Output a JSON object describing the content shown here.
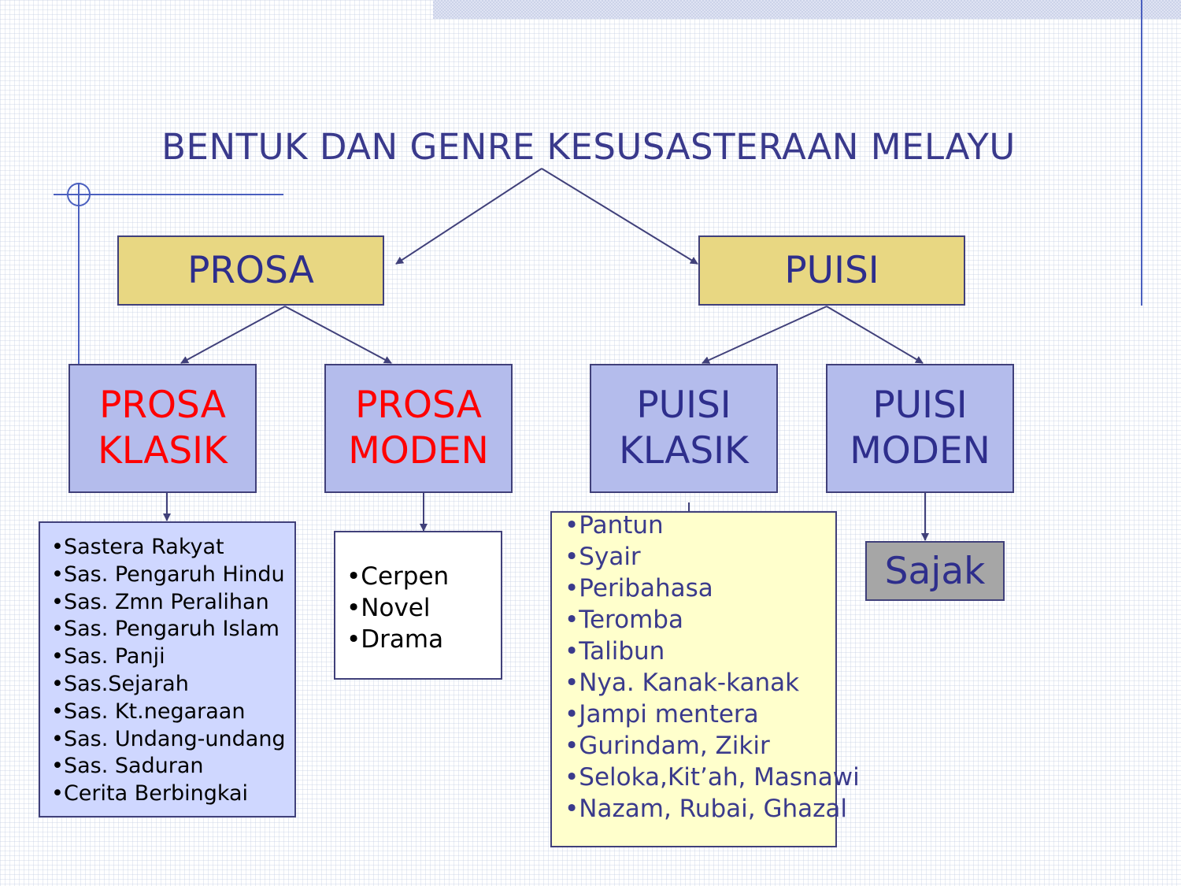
{
  "title": "BENTUK DAN GENRE KESUSASTERAAN MELAYU",
  "prosa": {
    "label": "PROSA"
  },
  "puisi": {
    "label": "PUISI"
  },
  "prosa_klasik": {
    "line1": "PROSA",
    "line2": "KLASIK",
    "items": [
      "Sastera Rakyat",
      "Sas. Pengaruh Hindu",
      "Sas. Zmn Peralihan",
      "Sas. Pengaruh Islam",
      "Sas. Panji",
      "Sas.Sejarah",
      "Sas. Kt.negaraan",
      "Sas. Undang-undang",
      "Sas. Saduran",
      "Cerita Berbingkai"
    ]
  },
  "prosa_moden": {
    "line1": "PROSA",
    "line2": "MODEN",
    "items": [
      "Cerpen",
      "Novel",
      "Drama"
    ]
  },
  "puisi_klasik": {
    "line1": "PUISI",
    "line2": "KLASIK",
    "items": [
      "Pantun",
      "Syair",
      "Peribahasa",
      "Teromba",
      "Talibun",
      "Nya. Kanak-kanak",
      "Jampi mentera",
      "Gurindam, Zikir",
      "Seloka,Kit’ah, Masnawi",
      "Nazam, Rubai, Ghazal"
    ]
  },
  "puisi_moden": {
    "line1": "PUISI",
    "line2": "MODEN",
    "items": [
      "Sajak"
    ]
  },
  "colors": {
    "title": "#3a3a8c",
    "gold_box": "#e8d782",
    "periwinkle_box": "#b4bcec",
    "red_text": "#ff0000",
    "navy_text": "#2e2e8c",
    "prosa_klasik_list": "#cfd7ff",
    "puisi_klasik_list": "#ffffcc",
    "sajak_box": "#a6a6a6",
    "connector": "#40407a"
  }
}
